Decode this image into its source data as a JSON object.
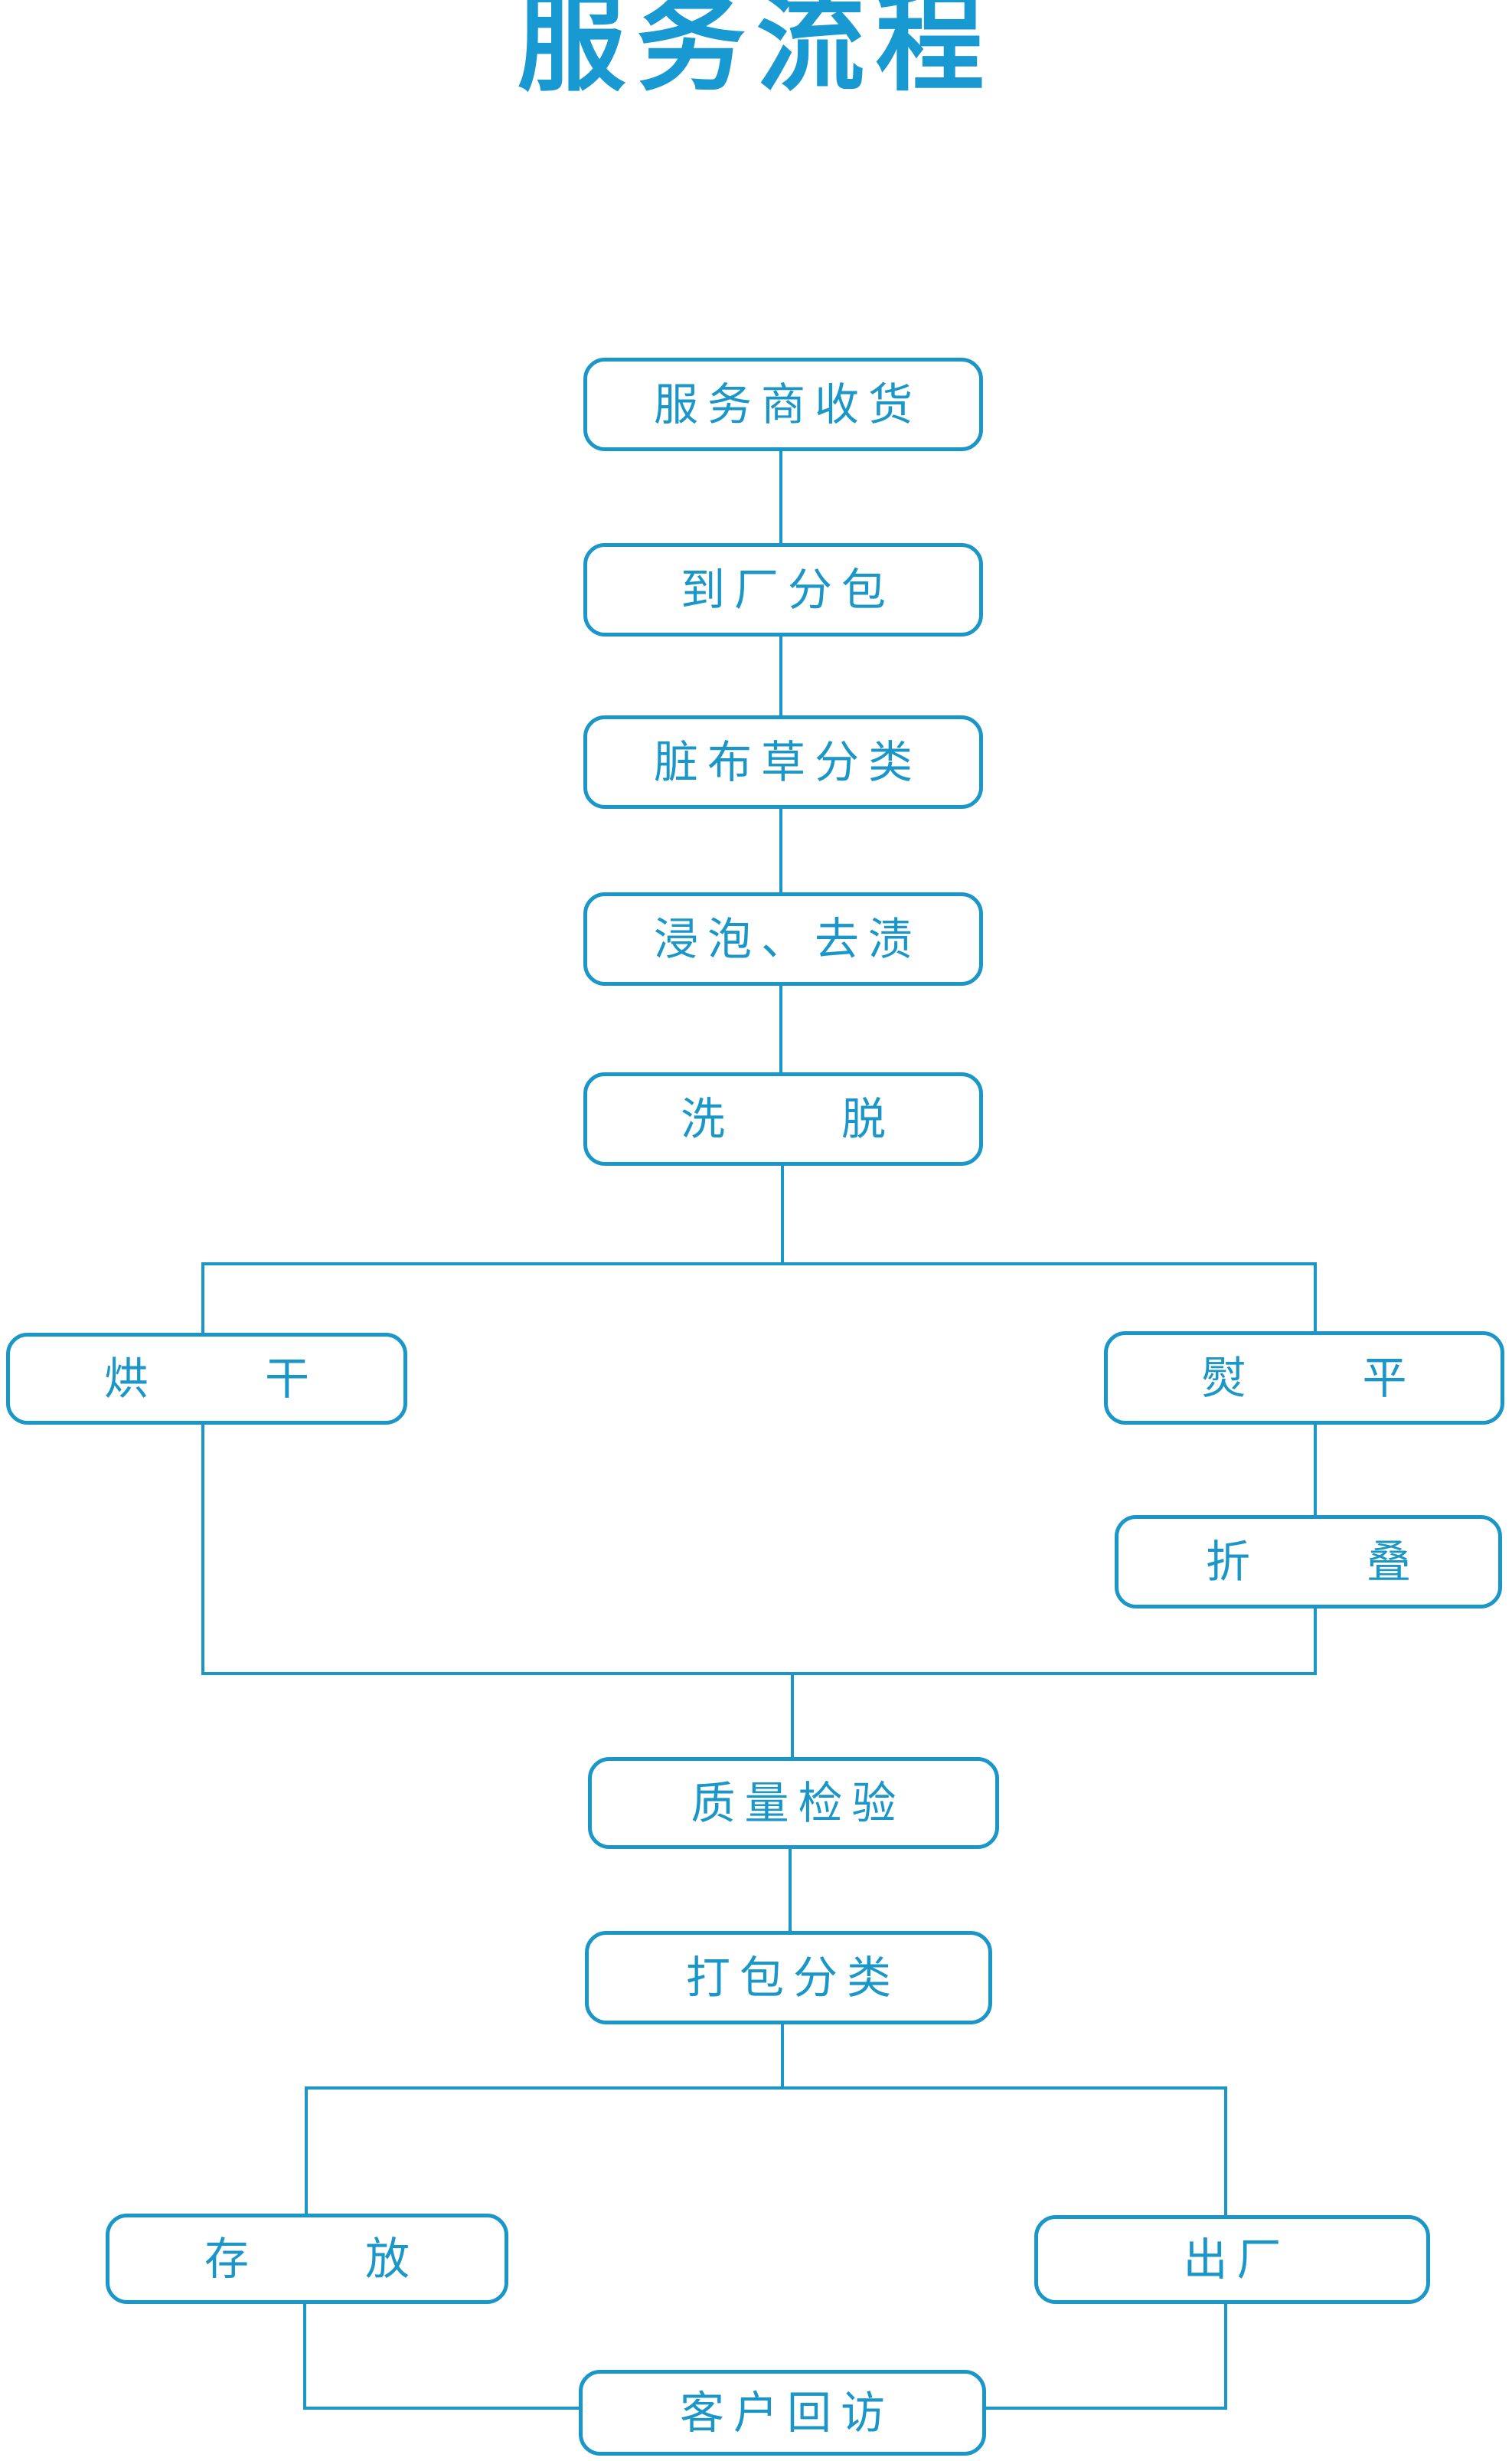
{
  "title": "服务流程",
  "colors": {
    "line_and_border": "#1a96c8",
    "title": "#1899d1",
    "background": "#ffffff"
  },
  "nodes": {
    "receive": {
      "label": "服务商收货"
    },
    "unpack": {
      "label": "到厂分包"
    },
    "sort": {
      "label": "脏布草分类"
    },
    "soak": {
      "label": "浸泡、去渍"
    },
    "wash": {
      "label": "洗　　脱"
    },
    "dry": {
      "label": "烘　　干"
    },
    "iron": {
      "label": "熨　　平"
    },
    "fold": {
      "label": "折　　叠"
    },
    "qc": {
      "label": "质量检验"
    },
    "pack": {
      "label": "打包分类"
    },
    "store": {
      "label": "存　　放"
    },
    "ship": {
      "label": "出厂"
    },
    "visit": {
      "label": "客户回访"
    }
  }
}
